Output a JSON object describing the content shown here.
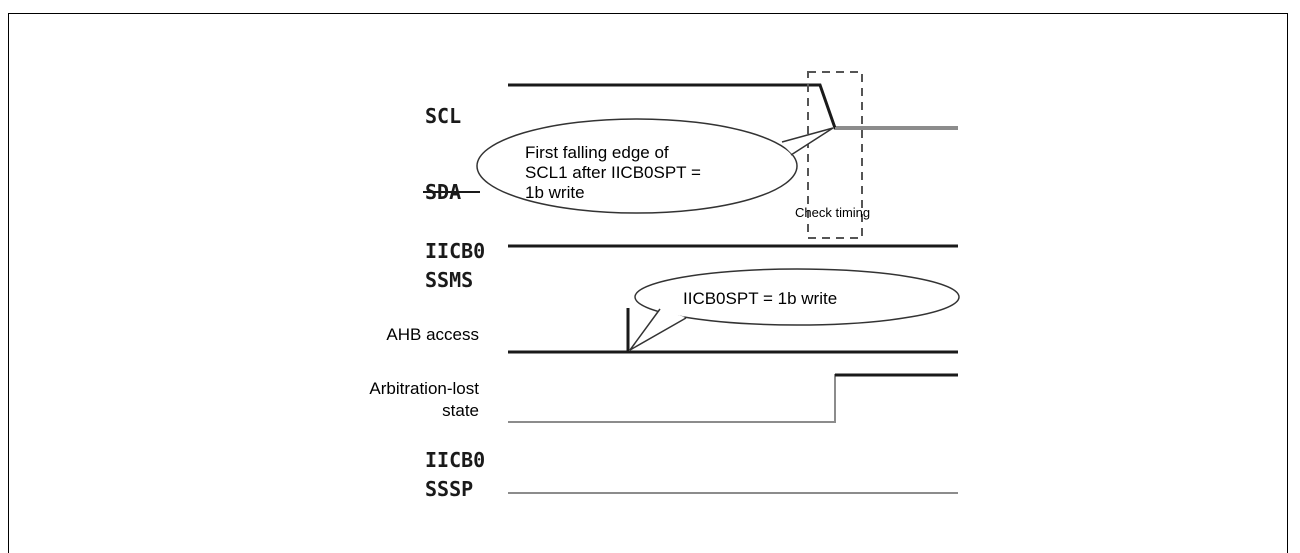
{
  "signals": {
    "scl": "SCL",
    "sda": "SDA",
    "ssms_line1": "IICB0",
    "ssms_line2": "SSMS",
    "ahb": "AHB access",
    "arb_line1": "Arbitration-lost",
    "arb_line2": "state",
    "sssp_line1": "IICB0",
    "sssp_line2": "SSSP"
  },
  "callouts": {
    "falling_edge_line1": "First falling edge of",
    "falling_edge_line2": "SCL1 after IICB0SPT =",
    "falling_edge_line3": "1b write",
    "spt_write": "IICB0SPT = 1b write"
  },
  "check_box_label": "Check timing",
  "colors": {
    "strong_line": "#1a1a1a",
    "light_line": "#8c8c8c",
    "frame": "#000000"
  }
}
